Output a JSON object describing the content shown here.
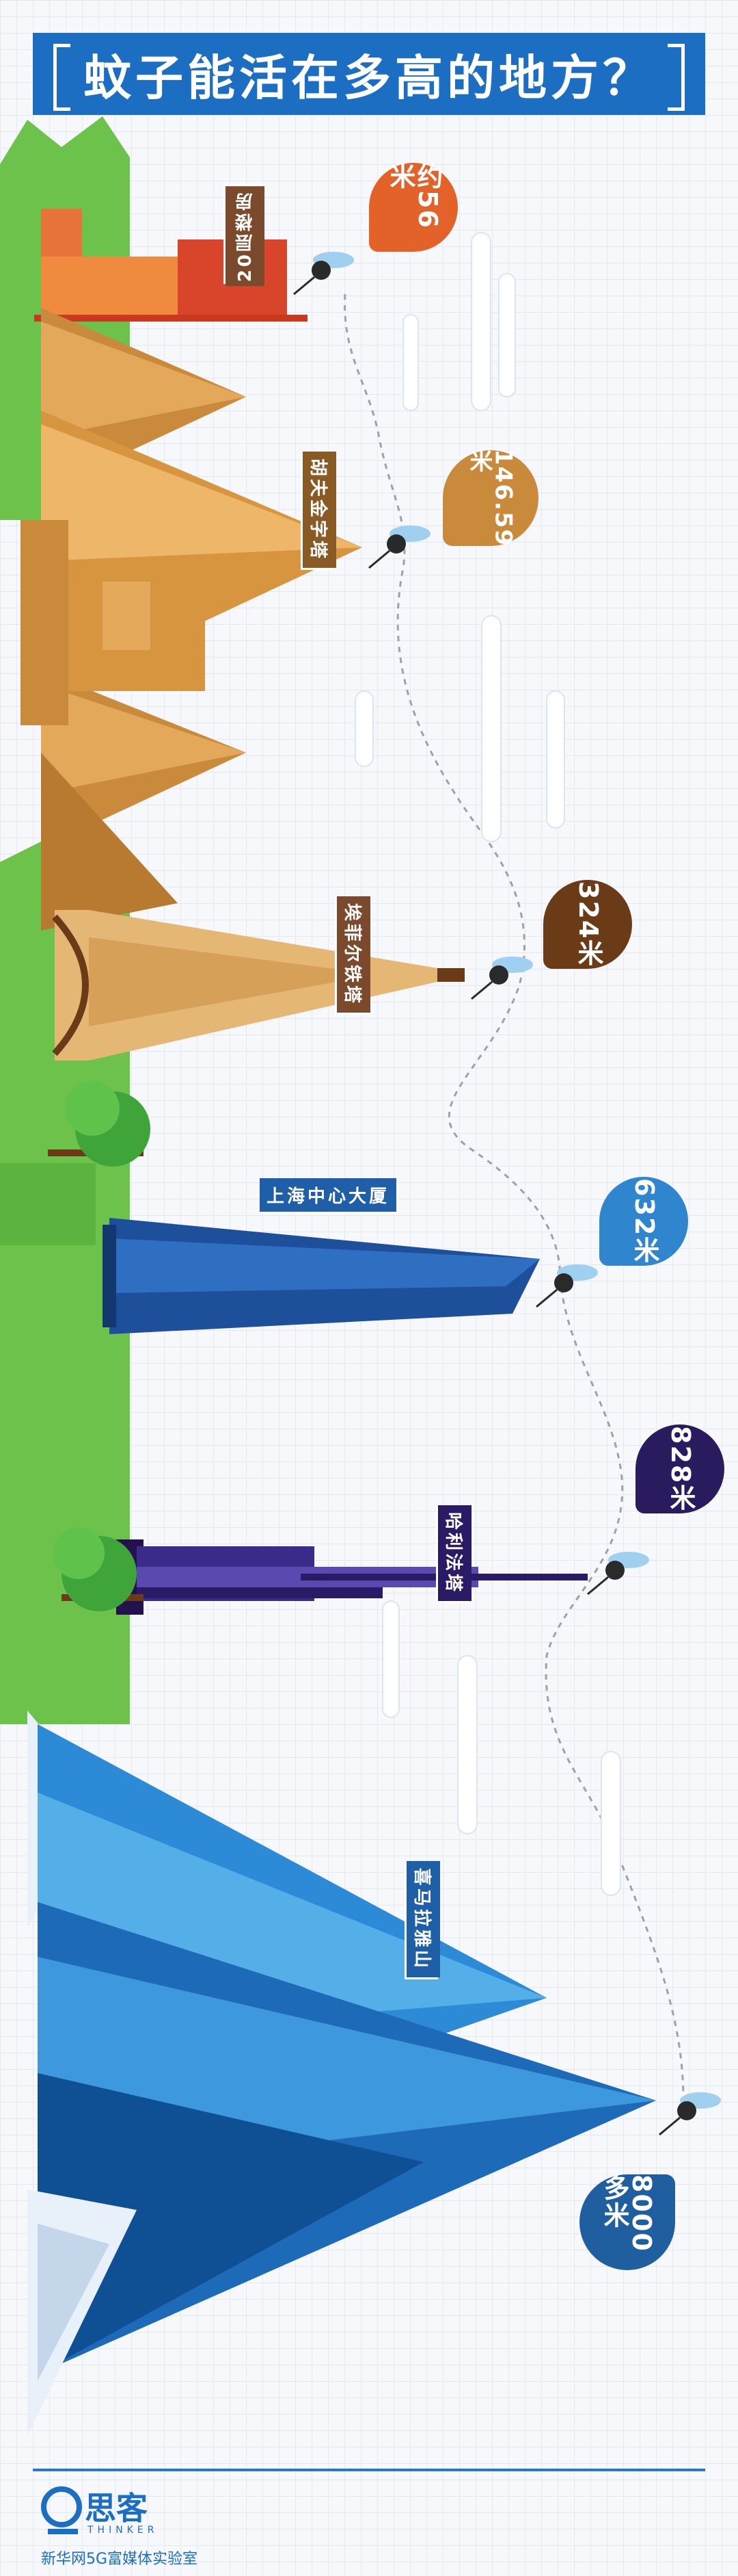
{
  "title": "蚊子能活在多高的地方？",
  "landmarks": [
    {
      "name": "20层楼房",
      "height": "约56米",
      "color": "#7b4a2c"
    },
    {
      "name": "胡夫金字塔",
      "height": "146.59米",
      "color": "#8a5a24"
    },
    {
      "name": "埃菲尔铁塔",
      "height": "324米",
      "color": "#7b4a2c"
    },
    {
      "name": "上海中心大厦",
      "height": "632米",
      "color": "#1e5fa8"
    },
    {
      "name": "哈利法塔",
      "height": "828米",
      "color": "#2b1a66"
    },
    {
      "name": "喜马拉雅山",
      "height": "8000多米",
      "color": "#1e5fa8"
    }
  ],
  "bubble_colors": [
    "#e2622a",
    "#c98a3c",
    "#6b3a16",
    "#2f86cf",
    "#2a1a5e",
    "#1f5fa0"
  ],
  "footer": {
    "logo_name": "思客",
    "logo_en": "THINKER",
    "org": "新华网5G富媒体实验室"
  }
}
